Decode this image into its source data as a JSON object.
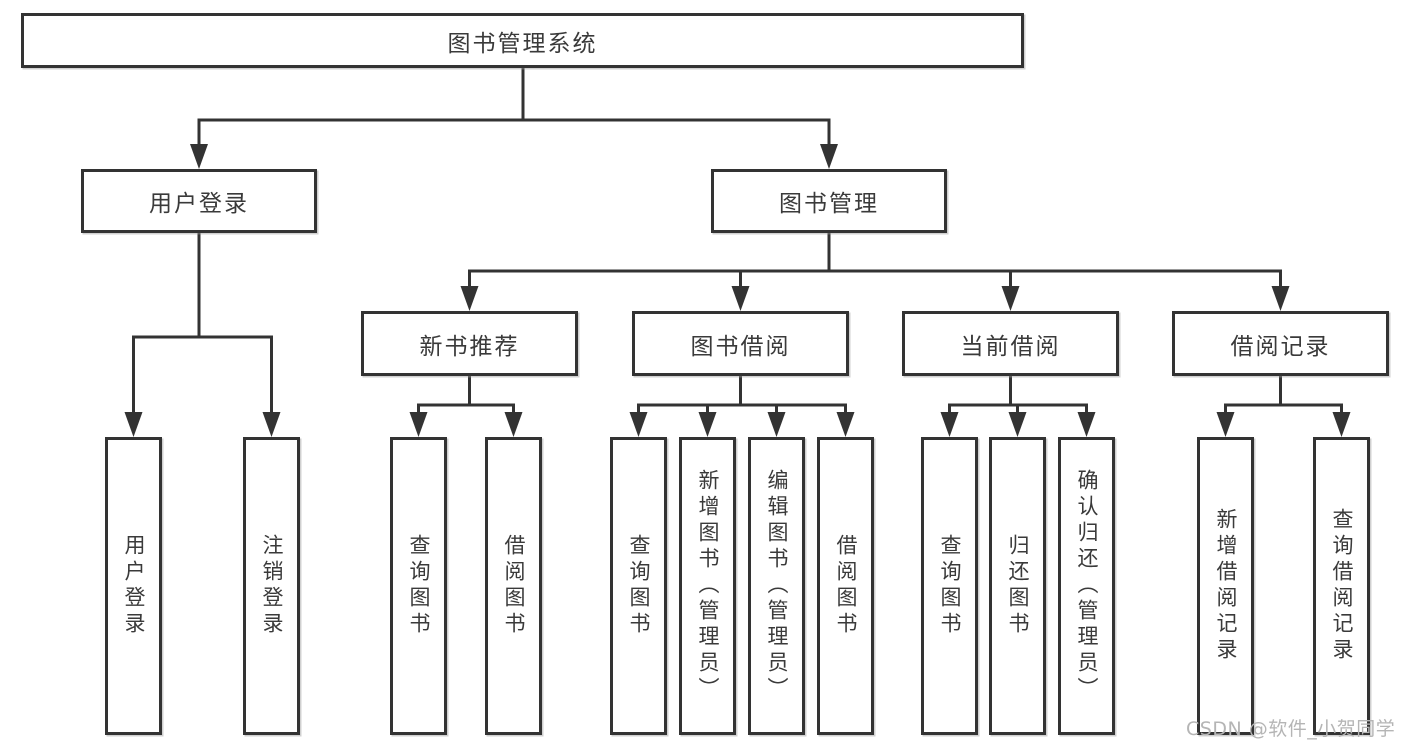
{
  "diagram": {
    "root": {
      "label": "图书管理系统"
    },
    "level2": [
      {
        "label": "用户登录"
      },
      {
        "label": "图书管理"
      }
    ],
    "level3": [
      {
        "label": "新书推荐"
      },
      {
        "label": "图书借阅"
      },
      {
        "label": "当前借阅"
      },
      {
        "label": "借阅记录"
      }
    ],
    "leaves": [
      {
        "label": "用户登录"
      },
      {
        "label": "注销登录"
      },
      {
        "label": "查询图书"
      },
      {
        "label": "借阅图书"
      },
      {
        "label": "查询图书"
      },
      {
        "label": "新增图书（管理员）"
      },
      {
        "label": "编辑图书（管理员）"
      },
      {
        "label": "借阅图书"
      },
      {
        "label": "查询图书"
      },
      {
        "label": "归还图书"
      },
      {
        "label": "确认归还（管理员）"
      },
      {
        "label": "新增借阅记录"
      },
      {
        "label": "查询借阅记录"
      }
    ]
  },
  "watermark": {
    "text": "CSDN @软件_小贺同学"
  },
  "colors": {
    "line": "#333333",
    "box_border": "#333333",
    "box_fill": "#ffffff",
    "text": "#3a3a3a",
    "watermark": "#b5b5b5",
    "background": "#ffffff"
  }
}
